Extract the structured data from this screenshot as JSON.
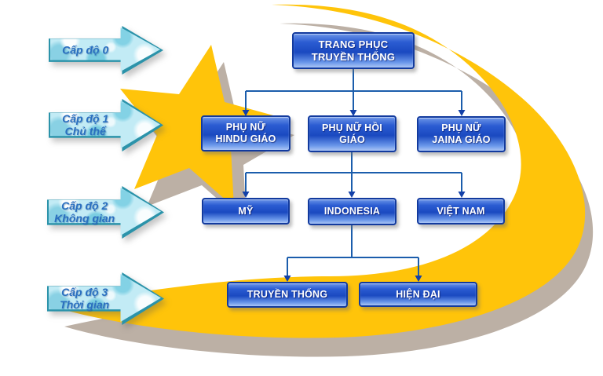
{
  "levels": [
    {
      "label": "Cấp độ 0",
      "sublabel": ""
    },
    {
      "label": "Cấp độ 1",
      "sublabel": "Chủ thể"
    },
    {
      "label": "Cấp độ 2",
      "sublabel": "Không gian"
    },
    {
      "label": "Cấp độ 3",
      "sublabel": "Thời gian"
    }
  ],
  "nodes": {
    "root": "TRANG PHỤC\nTRUYỀN THỐNG",
    "hindu": "PHỤ NỮ\nHINDU GIÁO",
    "hoi": "PHỤ NỮ HỒI\nGIÁO",
    "jaina": "PHỤ NỮ\nJAINA GIÁO",
    "my": "MỸ",
    "indonesia": "INDONESIA",
    "vietnam": "VIỆT NAM",
    "truyen_thong": "TRUYỀN THỐNG",
    "hien_dai": "HIỆN ĐẠI"
  },
  "colors": {
    "swoosh": "#FFC40A",
    "swoosh_shadow": "#BCB0A5",
    "star": "#FFC40A",
    "node_border": "#123A9E",
    "node_blue_dark": "#1A49C0",
    "node_blue_light": "#ABC5F5",
    "connector": "#1B5DAC",
    "arrow_fill": "#C2EBF5",
    "arrow_border": "#2B93AA",
    "arrow_text": "#2A6FC0"
  }
}
